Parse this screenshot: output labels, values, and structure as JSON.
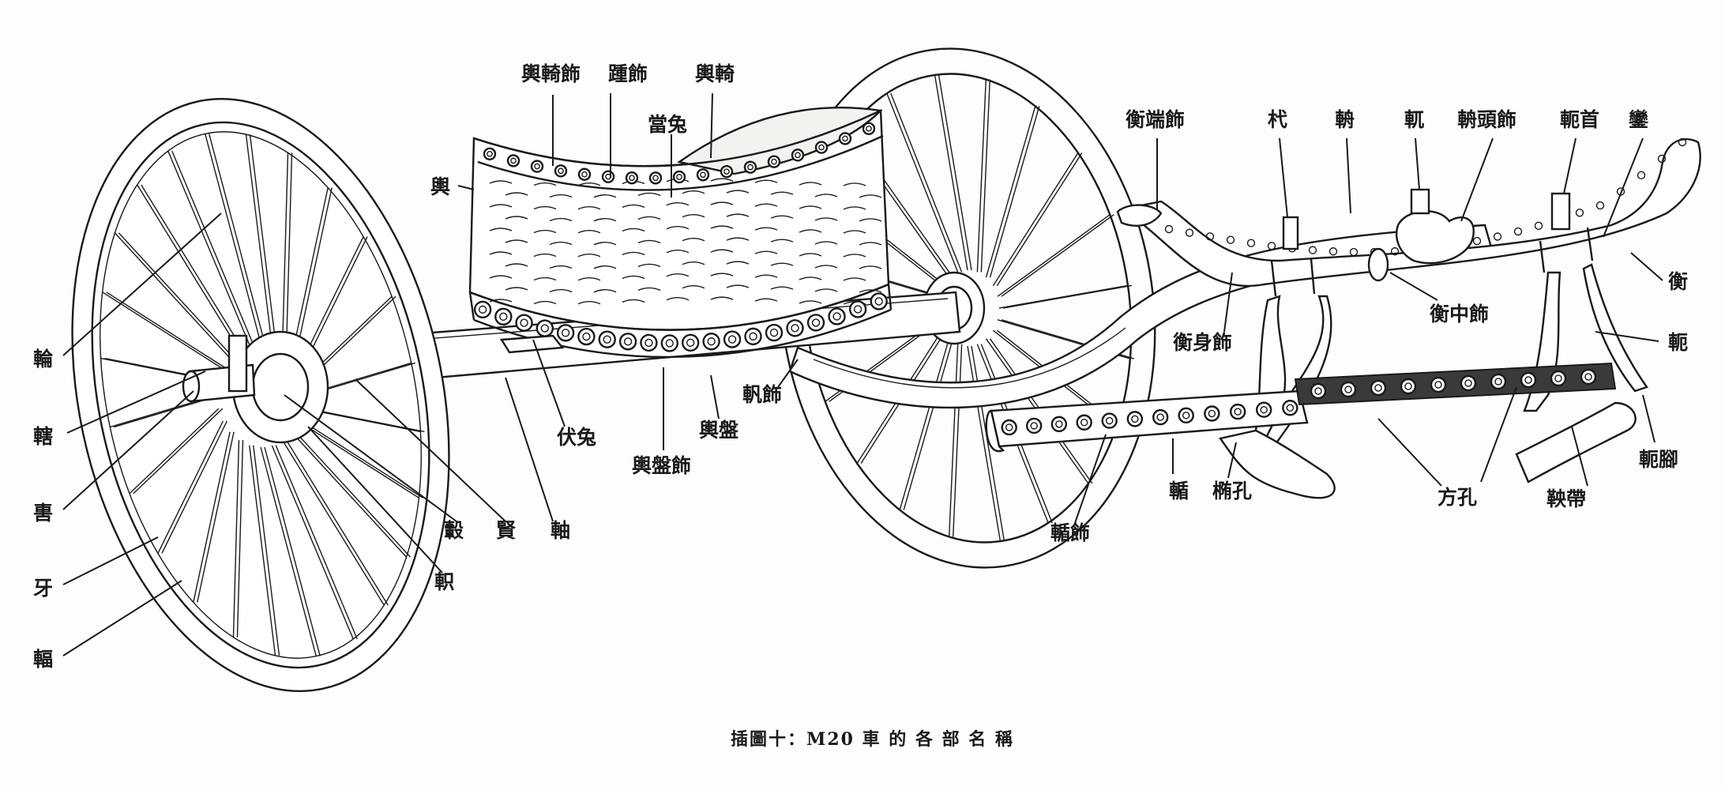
{
  "caption": "插圖十：M20 車 的 各 部 名 稱",
  "labels": {
    "yu_yi_shi": "輿輢飾",
    "zhong_shi": "踵飾",
    "yu_yi": "輿輢",
    "dang_tu": "當兔",
    "yu": "輿",
    "lun": "輪",
    "xia": "轄",
    "wei": "軎",
    "ya": "牙",
    "fu": "輻",
    "gu": "轂",
    "xian": "賢",
    "zhou": "軸",
    "zhi": "軹",
    "fu_tu": "伏兔",
    "yu_pan_shi": "輿盤飾",
    "yu_pan": "輿盤",
    "fan_shi": "軓飾",
    "heng_duan_shi": "衡端飾",
    "heng_shen_shi": "衡身飾",
    "dai": "杙",
    "zhou_yuan": "輈",
    "yue": "軏",
    "zhou_tou_shi": "輈頭飾",
    "e_shou": "軛首",
    "luan": "鑾",
    "heng_zhong_shi": "衡中飾",
    "heng": "衡",
    "e": "軛",
    "zhui": "輴",
    "zhui_kong": "椭孔",
    "fang_kong": "方孔",
    "yang_dai": "鞅帶",
    "e_jiao": "軛腳",
    "zhui_shi": "輴飾"
  }
}
